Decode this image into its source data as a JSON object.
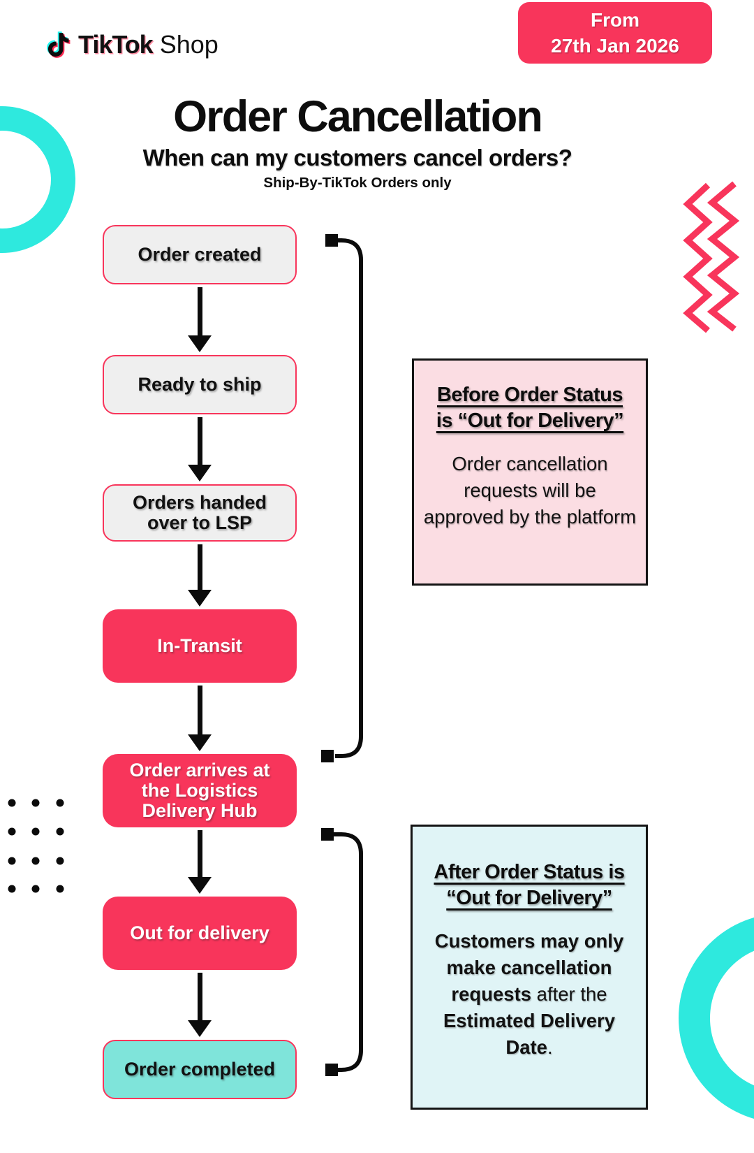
{
  "logo": {
    "brand": "TikTok",
    "suffix": "Shop"
  },
  "badge": {
    "text": "From\n27th Jan 2026"
  },
  "header": {
    "title": "Order Cancellation",
    "subtitle": "When can my customers cancel orders?",
    "note": "Ship-By-TikTok Orders only"
  },
  "flow": {
    "steps": [
      {
        "label": "Order created",
        "variant": "gray"
      },
      {
        "label": "Ready to ship",
        "variant": "gray"
      },
      {
        "label": "Orders handed\nover to LSP",
        "variant": "gray"
      },
      {
        "label": "In-Transit",
        "variant": "red"
      },
      {
        "label": "Order arrives at\nthe Logistics\nDelivery Hub",
        "variant": "red"
      },
      {
        "label": "Out for delivery",
        "variant": "red"
      },
      {
        "label": "Order completed",
        "variant": "teal"
      }
    ]
  },
  "info_before": {
    "heading": "Before Order Status\nis “Out for Delivery”",
    "body": "Order cancellation requests will be approved by the platform"
  },
  "info_after": {
    "heading": "After Order Status is\n“Out for Delivery”",
    "body": [
      "Customers may only make cancellation requests",
      " after the ",
      "Estimated Delivery Date",
      "."
    ]
  },
  "colors": {
    "brand_red": "#f8355b",
    "brand_teal": "#2ee9de",
    "teal_box": "#7fe4da",
    "gray_box": "#efefef",
    "pink_panel": "#fbdde3",
    "blue_panel": "#e0f4f6",
    "ink": "#0d0d0d"
  }
}
